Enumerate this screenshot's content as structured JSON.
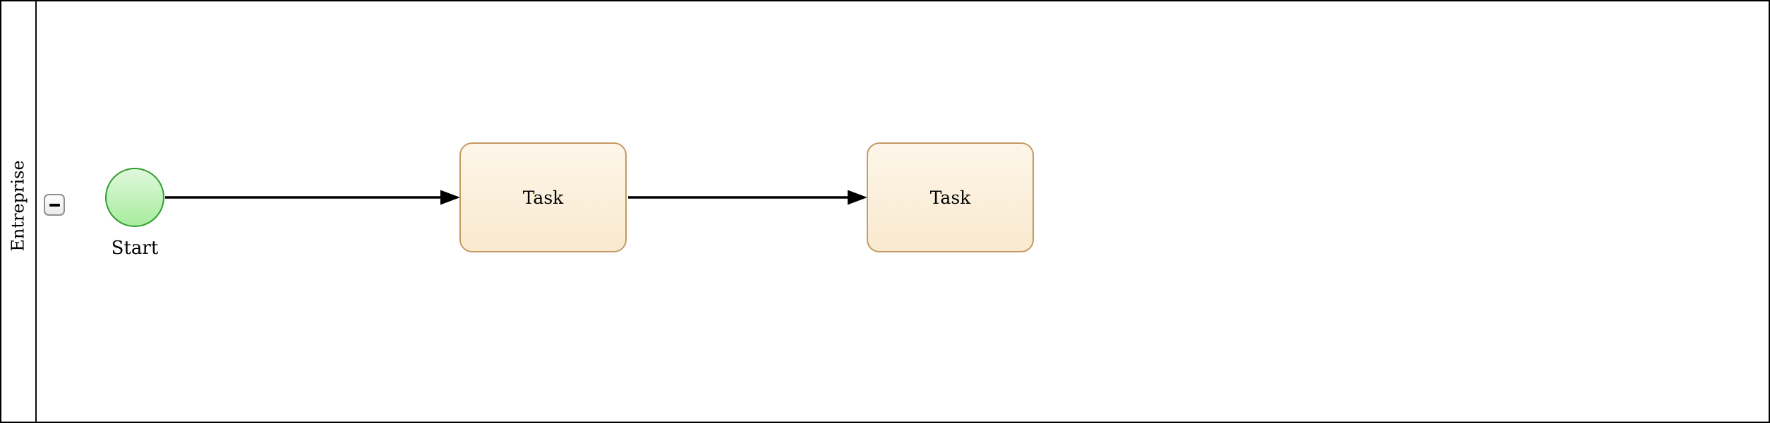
{
  "pool": {
    "label": "Entreprise",
    "collapsed": false
  },
  "icons": {
    "collapse_button": "minus-icon"
  },
  "nodes": {
    "start": {
      "type": "start-event",
      "label": "Start"
    },
    "task1": {
      "type": "task",
      "label": "Task"
    },
    "task2": {
      "type": "task",
      "label": "Task"
    }
  },
  "flows": [
    {
      "from": "start",
      "to": "task1"
    },
    {
      "from": "task1",
      "to": "task2"
    }
  ],
  "colors": {
    "pool_border": "#000000",
    "event_border": "#2e9e2e",
    "event_fill_top": "#e0f8dc",
    "event_fill_bottom": "#a7ec9d",
    "task_border": "#c49a62",
    "task_fill_top": "#fdf6e9",
    "task_fill_bottom": "#f9e9cf",
    "flow_color": "#000000",
    "collapse_button_border": "#8f8f8f",
    "collapse_button_fill": "#f5f5f5"
  }
}
